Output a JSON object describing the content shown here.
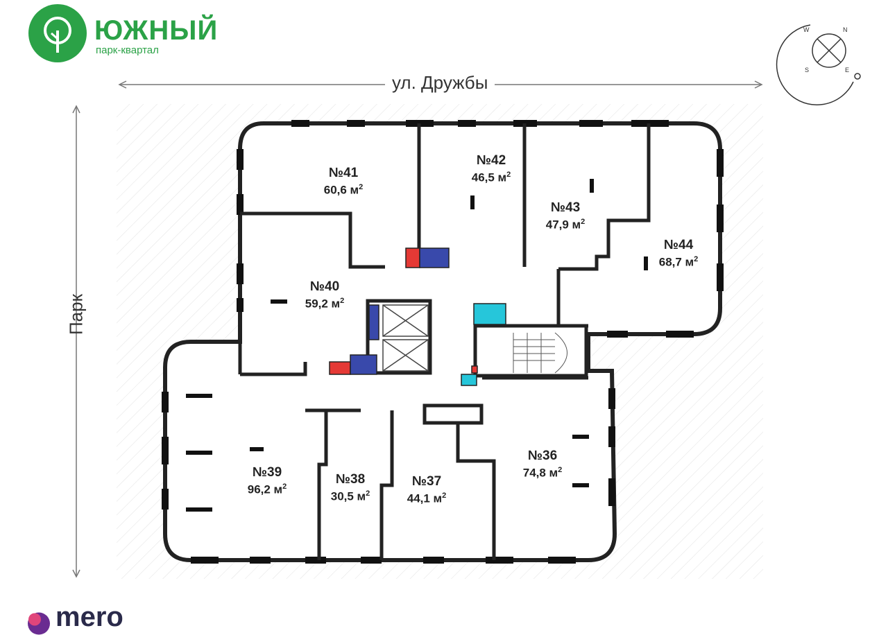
{
  "logo": {
    "title": "ЮЖНЫЙ",
    "subtitle": "парк-квартал",
    "icon": "tree-icon",
    "color": "#2ba247"
  },
  "compass": {
    "n": "N",
    "e": "E",
    "s": "S",
    "w": "W",
    "icon": "compass-icon"
  },
  "labels": {
    "street": "ул. Дружбы",
    "park": "Парк"
  },
  "units": [
    {
      "id": "41",
      "num": "№41",
      "area": "60,6 м",
      "sup": "2"
    },
    {
      "id": "42",
      "num": "№42",
      "area": "46,5 м",
      "sup": "2"
    },
    {
      "id": "43",
      "num": "№43",
      "area": "47,9 м",
      "sup": "2"
    },
    {
      "id": "44",
      "num": "№44",
      "area": "68,7 м",
      "sup": "2"
    },
    {
      "id": "40",
      "num": "№40",
      "area": "59,2 м",
      "sup": "2"
    },
    {
      "id": "39",
      "num": "№39",
      "area": "96,2 м",
      "sup": "2"
    },
    {
      "id": "38",
      "num": "№38",
      "area": "30,5 м",
      "sup": "2"
    },
    {
      "id": "37",
      "num": "№37",
      "area": "44,1 м",
      "sup": "2"
    },
    {
      "id": "36",
      "num": "№36",
      "area": "74,8 м",
      "sup": "2"
    }
  ],
  "brand": {
    "text": "mero",
    "icon": "mero-logo-icon"
  }
}
